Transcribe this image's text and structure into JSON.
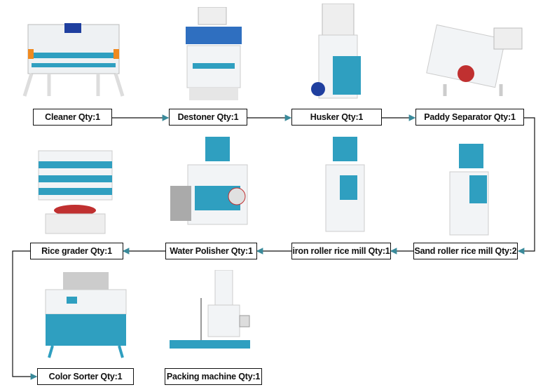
{
  "colors": {
    "accent": "#3a8a9a",
    "machine_blue": "#2f9fc0",
    "machine_white": "#f2f4f6"
  },
  "steps": [
    {
      "label": "Cleaner Qty:1"
    },
    {
      "label": "Destoner Qty:1"
    },
    {
      "label": "Husker Qty:1"
    },
    {
      "label": "Paddy Separator Qty:1"
    },
    {
      "label": "Sand roller rice mill Qty:2"
    },
    {
      "label": "iron roller rice mill Qty:1"
    },
    {
      "label": "Water Polisher Qty:1"
    },
    {
      "label": "Rice grader Qty:1"
    },
    {
      "label": "Color Sorter Qty:1"
    },
    {
      "label": "Packing machine Qty:1"
    }
  ]
}
